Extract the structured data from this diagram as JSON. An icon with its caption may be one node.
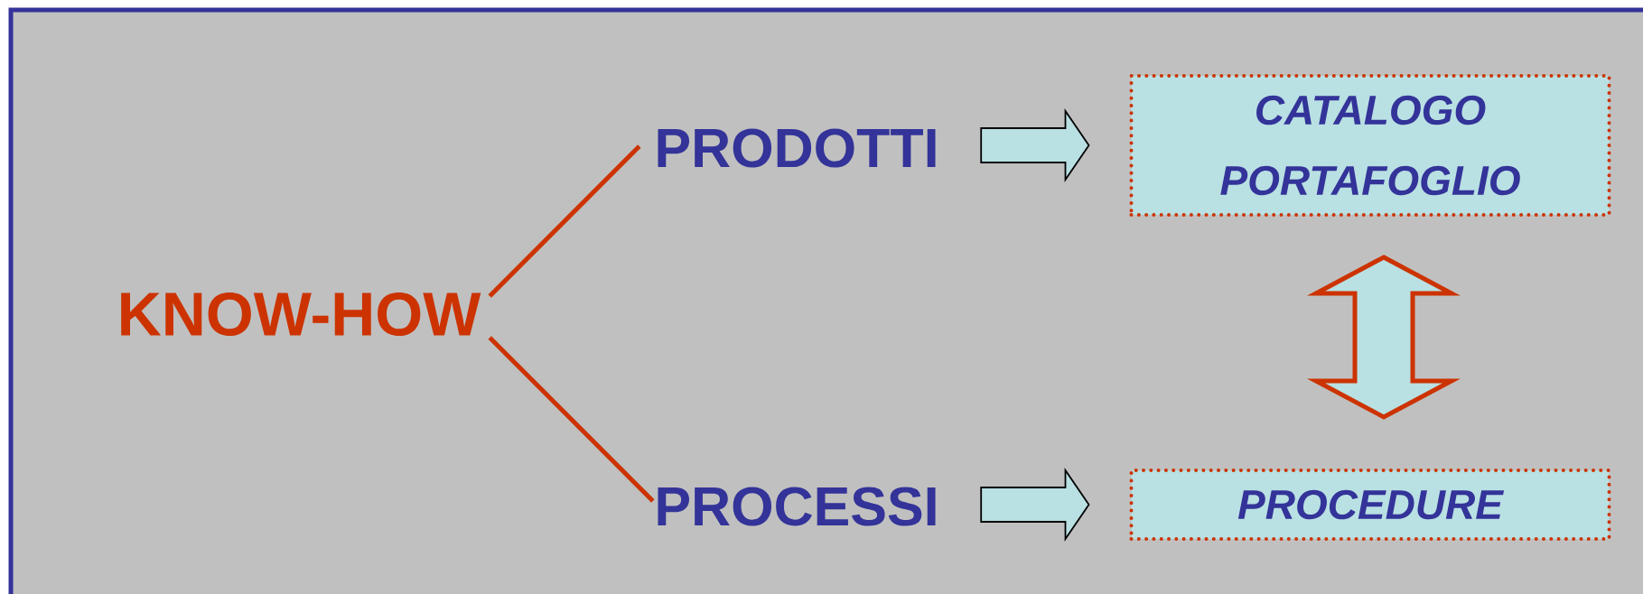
{
  "diagram": {
    "nodes": [
      {
        "text": [
          "KNOW-HOW"
        ]
      },
      {
        "text": [
          "PRODOTTI"
        ]
      },
      {
        "text": [
          "PROCESSI"
        ]
      },
      {
        "text": [
          "CATALOGO",
          "PORTAFOGLIO"
        ]
      },
      {
        "text": [
          "PROCEDURE"
        ]
      }
    ],
    "edges": [
      {
        "from": 0,
        "to": 1,
        "arrow": "none",
        "color": "#cc3300"
      },
      {
        "from": 0,
        "to": 2,
        "arrow": "none",
        "color": "#cc3300"
      },
      {
        "from": 1,
        "to": 3,
        "arrow": "to",
        "color": "#000000"
      },
      {
        "from": 2,
        "to": 4,
        "arrow": "to",
        "color": "#000000"
      },
      {
        "from": 3,
        "to": 4,
        "arrow": "both",
        "color": "#cc3300",
        "style": "thick"
      }
    ]
  }
}
